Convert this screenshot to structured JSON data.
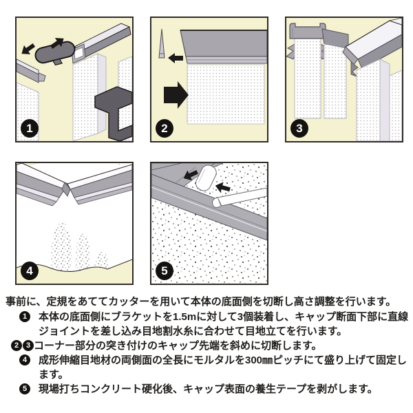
{
  "document": {
    "type": "installation-instruction-sheet",
    "language": "ja"
  },
  "colors": {
    "page_bg": "#ffffff",
    "panel_bg": "#f5f2d2",
    "panel_border": "#2e2b27",
    "metal_gray": "#a9a7ad",
    "metal_light": "#c9c7cd",
    "dark_bracket": "#605e64",
    "arrow_black": "#1c1a18",
    "badge_bg": "#141210",
    "text": "#1f1d1b"
  },
  "panels": [
    {
      "number": "1",
      "scene": "bracket-and-straight-joint-insertion"
    },
    {
      "number": "2",
      "scene": "cap-tip-angled-cutting"
    },
    {
      "number": "3",
      "scene": "corner-butt-joint"
    },
    {
      "number": "4",
      "scene": "mortar-fixing-at-pitch"
    },
    {
      "number": "5",
      "scene": "protective-tape-peeling"
    }
  ],
  "instructions": {
    "intro": "事前に、定規をあててカッターを用いて本体の底面側を切断し高さ調整を行います。",
    "steps": [
      {
        "bullets": [
          "1"
        ],
        "text": "本体の底面側にブラケットを1.5mに対して3個装着し、キャップ断面下部に直線ジョイントを差し込み目地割水糸に合わせて目地立てを行います。"
      },
      {
        "bullets": [
          "2",
          "3"
        ],
        "text": "コーナー部分の突き付けのキャップ先端を斜めに切断します。"
      },
      {
        "bullets": [
          "4"
        ],
        "text": "成形伸縮目地材の両側面の全長にモルタルを300㎜ピッチにて盛り上げて固定します。"
      },
      {
        "bullets": [
          "5"
        ],
        "text": "現場打ちコンクリート硬化後、キャップ表面の養生テープを剥がします。"
      }
    ]
  }
}
